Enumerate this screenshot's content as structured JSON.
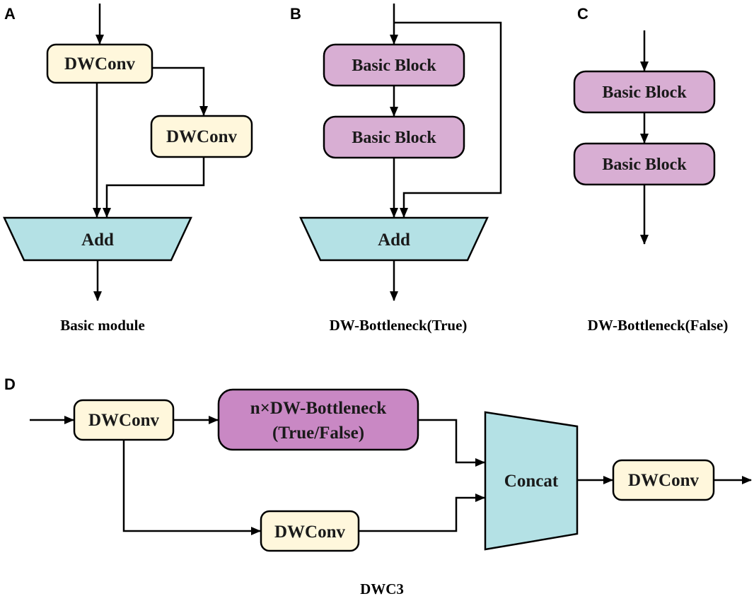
{
  "panels": {
    "a": {
      "letter": "A",
      "dwconv_top": "DWConv",
      "dwconv_branch": "DWConv",
      "add": "Add",
      "caption": "Basic module"
    },
    "b": {
      "letter": "B",
      "block1": "Basic Block",
      "block2": "Basic Block",
      "add": "Add",
      "caption": "DW-Bottleneck(True)"
    },
    "c": {
      "letter": "C",
      "block1": "Basic Block",
      "block2": "Basic Block",
      "caption": "DW-Bottleneck(False)"
    },
    "d": {
      "letter": "D",
      "dwconv_in": "DWConv",
      "bottleneck_line1": "n×DW-Bottleneck",
      "bottleneck_line2": "(True/False)",
      "dwconv_lower": "DWConv",
      "concat": "Concat",
      "dwconv_out": "DWConv",
      "caption": "DWC3"
    }
  },
  "colors": {
    "dwconv_fill": "#fff7dc",
    "basic_block_fill": "#d8aed3",
    "bottleneck_fill": "#c988c4",
    "merge_fill": "#b4e1e5"
  }
}
